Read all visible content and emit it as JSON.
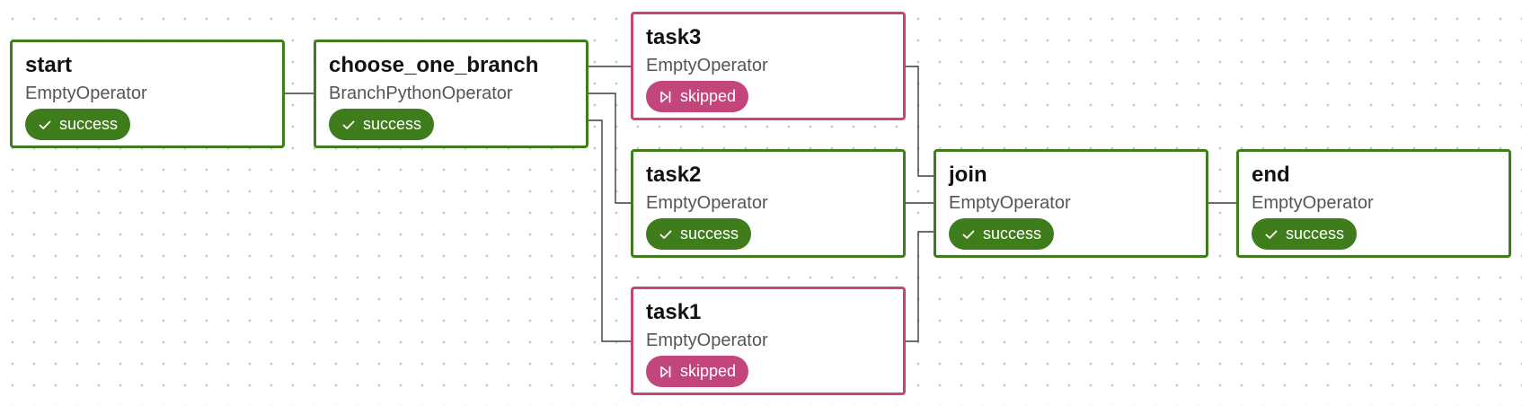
{
  "graph": {
    "nodes": [
      {
        "id": "start",
        "title": "start",
        "operator": "EmptyOperator",
        "state": "success",
        "state_label": "success",
        "icon": "check-icon"
      },
      {
        "id": "choose_one_branch",
        "title": "choose_one_branch",
        "operator": "BranchPythonOperator",
        "state": "success",
        "state_label": "success",
        "icon": "check-icon"
      },
      {
        "id": "task3",
        "title": "task3",
        "operator": "EmptyOperator",
        "state": "skipped",
        "state_label": "skipped",
        "icon": "skip-icon"
      },
      {
        "id": "task2",
        "title": "task2",
        "operator": "EmptyOperator",
        "state": "success",
        "state_label": "success",
        "icon": "check-icon"
      },
      {
        "id": "task1",
        "title": "task1",
        "operator": "EmptyOperator",
        "state": "skipped",
        "state_label": "skipped",
        "icon": "skip-icon"
      },
      {
        "id": "join",
        "title": "join",
        "operator": "EmptyOperator",
        "state": "success",
        "state_label": "success",
        "icon": "check-icon"
      },
      {
        "id": "end",
        "title": "end",
        "operator": "EmptyOperator",
        "state": "success",
        "state_label": "success",
        "icon": "check-icon"
      }
    ],
    "edges": [
      {
        "from": "start",
        "to": "choose_one_branch"
      },
      {
        "from": "choose_one_branch",
        "to": "task3"
      },
      {
        "from": "choose_one_branch",
        "to": "task2"
      },
      {
        "from": "choose_one_branch",
        "to": "task1"
      },
      {
        "from": "task3",
        "to": "join"
      },
      {
        "from": "task2",
        "to": "join"
      },
      {
        "from": "task1",
        "to": "join"
      },
      {
        "from": "join",
        "to": "end"
      }
    ]
  },
  "colors": {
    "success": "#3f7d1c",
    "skipped": "#c2457c",
    "edge": "#3d3d3d"
  }
}
